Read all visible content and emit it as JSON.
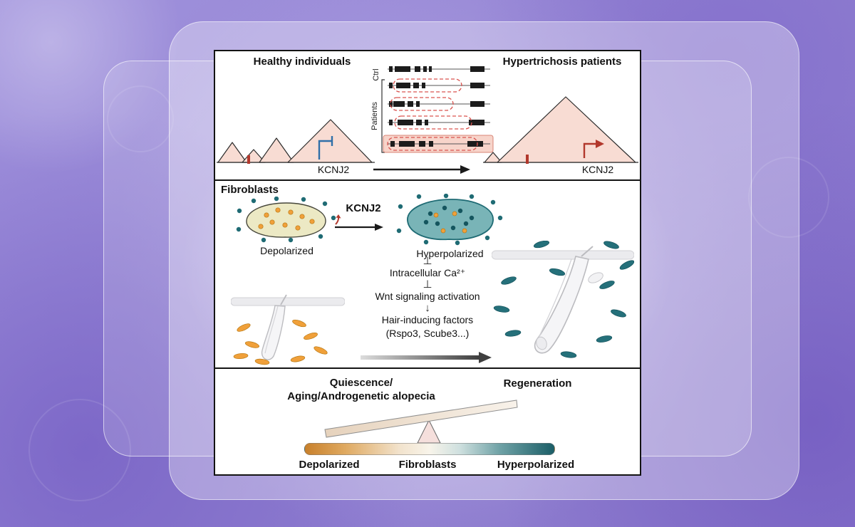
{
  "figure": {
    "genomics": {
      "healthy_label": "Healthy individuals",
      "patients_label": "Hypertrichosis patients",
      "ctrl_track_label": "Ctrl",
      "patients_track_label": "Patients",
      "gene_left": "KCNJ2",
      "gene_right": "KCNJ2"
    },
    "fibroblasts": {
      "title": "Fibroblasts",
      "depolarized": "Depolarized",
      "gene": "KCNJ2",
      "hyperpolarized": "Hyperpolarized",
      "inhibit_symbol": "⊥",
      "calcium": "Intracellular Ca²⁺",
      "wnt": "Wnt signaling activation",
      "down_arrow": "↓",
      "factors_line1": "Hair-inducing factors",
      "factors_line2": "(Rspo3, Scube3...)"
    },
    "balance": {
      "left_line1": "Quiescence/",
      "left_line2": "Aging/Androgenetic alopecia",
      "right_label": "Regeneration",
      "axis_left": "Depolarized",
      "axis_center": "Fibroblasts",
      "axis_right": "Hyperpolarized"
    },
    "colors": {
      "peak_fill": "#f8dcd3",
      "accent_red": "#b2382c",
      "accent_blue": "#2f6fa8",
      "depolarized_orange": "#f0a03a",
      "hyperpolarized_teal": "#1f6b74",
      "background_purple": "#9282d2"
    }
  }
}
